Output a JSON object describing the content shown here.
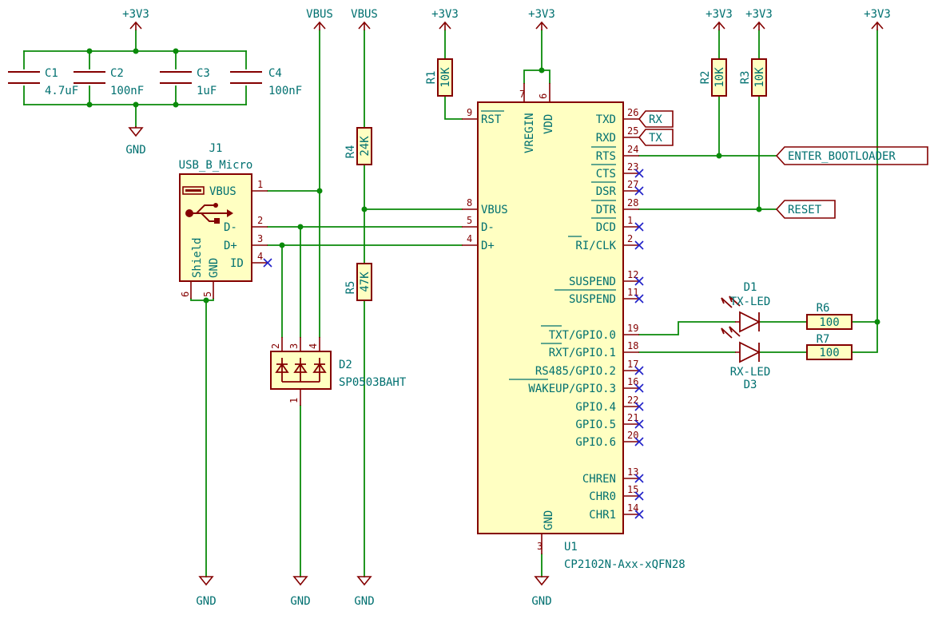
{
  "power": {
    "p3v3": "+3V3",
    "gnd": "GND",
    "vbus": "VBUS"
  },
  "caps": [
    {
      "ref": "C1",
      "value": "4.7uF"
    },
    {
      "ref": "C2",
      "value": "100nF"
    },
    {
      "ref": "C3",
      "value": "1uF"
    },
    {
      "ref": "C4",
      "value": "100nF"
    }
  ],
  "resistors": {
    "r1": {
      "ref": "R1",
      "value": "10K"
    },
    "r2": {
      "ref": "R2",
      "value": "10K"
    },
    "r3": {
      "ref": "R3",
      "value": "10K"
    },
    "r4": {
      "ref": "R4",
      "value": "24K"
    },
    "r5": {
      "ref": "R5",
      "value": "47K"
    },
    "r6": {
      "ref": "R6",
      "value": "100"
    },
    "r7": {
      "ref": "R7",
      "value": "100"
    }
  },
  "j1": {
    "ref": "J1",
    "value": "USB_B_Micro",
    "pins": {
      "vbus": "VBUS",
      "dm": "D-",
      "dp": "D+",
      "id": "ID",
      "shield": "Shield",
      "gnd": "GND"
    },
    "pin_numbers": [
      "1",
      "2",
      "3",
      "4",
      "6",
      "5"
    ]
  },
  "d2": {
    "ref": "D2",
    "value": "SP0503BAHT",
    "pin_numbers": [
      "2",
      "3",
      "4",
      "1"
    ]
  },
  "u1": {
    "ref": "U1",
    "value": "CP2102N-Axx-xQFN28",
    "left_pins": [
      {
        "name": "RST",
        "num": "9"
      },
      {
        "name": "VBUS",
        "num": "8"
      },
      {
        "name": "D-",
        "num": "5"
      },
      {
        "name": "D+",
        "num": "4"
      }
    ],
    "top_pins": [
      {
        "name": "VREGIN",
        "num": "7"
      },
      {
        "name": "VDD",
        "num": "6"
      }
    ],
    "bottom_pin": {
      "name": "GND",
      "num": "3"
    },
    "right_pins": [
      {
        "name": "TXD",
        "num": "26"
      },
      {
        "name": "RXD",
        "num": "25"
      },
      {
        "name": "RTS",
        "num": "24"
      },
      {
        "name": "CTS",
        "num": "23"
      },
      {
        "name": "DSR",
        "num": "27"
      },
      {
        "name": "DTR",
        "num": "28"
      },
      {
        "name": "DCD",
        "num": "1"
      },
      {
        "name": "RI/CLK",
        "num": "2"
      },
      {
        "name": "SUSPEND",
        "num": "12"
      },
      {
        "name": "SUSPEND",
        "num": "11"
      },
      {
        "name": "TXT/GPIO.0",
        "num": "19"
      },
      {
        "name": "RXT/GPIO.1",
        "num": "18"
      },
      {
        "name": "RS485/GPIO.2",
        "num": "17"
      },
      {
        "name": "WAKEUP/GPIO.3",
        "num": "16"
      },
      {
        "name": "GPIO.4",
        "num": "22"
      },
      {
        "name": "GPIO.5",
        "num": "21"
      },
      {
        "name": "GPIO.6",
        "num": "20"
      },
      {
        "name": "CHREN",
        "num": "13"
      },
      {
        "name": "CHR0",
        "num": "15"
      },
      {
        "name": "CHR1",
        "num": "14"
      }
    ]
  },
  "leds": {
    "d1": {
      "ref": "D1",
      "value": "TX-LED"
    },
    "d3": {
      "ref": "D3",
      "value": "RX-LED"
    }
  },
  "net_labels": {
    "rx": "RX",
    "tx": "TX",
    "enter_bootloader": "ENTER_BOOTLOADER",
    "reset": "RESET"
  }
}
